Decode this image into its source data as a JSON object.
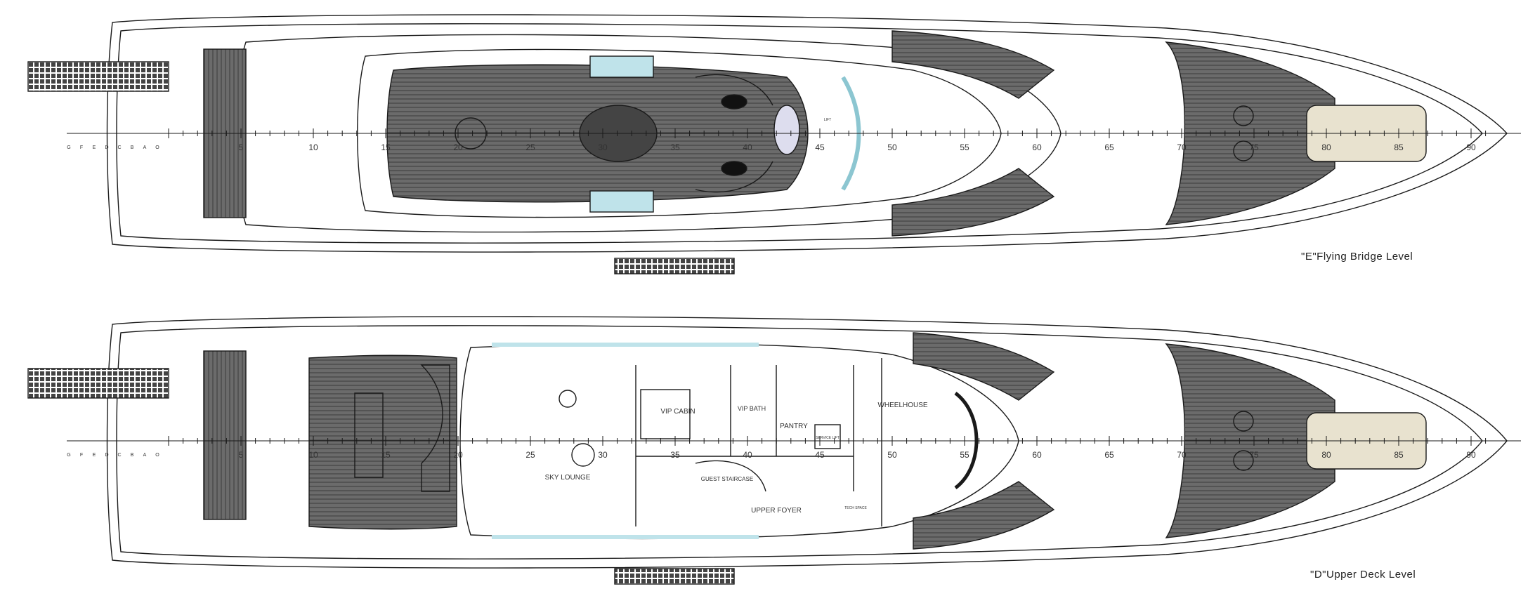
{
  "levels": [
    {
      "id": "flying-bridge",
      "title": "\"E\"Flying Bridge Level",
      "frame_labels": [
        "5",
        "10",
        "15",
        "20",
        "25",
        "30",
        "35",
        "40",
        "45",
        "50",
        "55",
        "60",
        "65",
        "70",
        "75",
        "80",
        "85",
        "90"
      ],
      "aft_labels": [
        "G",
        "F",
        "E",
        "D",
        "C",
        "B",
        "A",
        "O"
      ],
      "rooms": [
        {
          "name": "LIFT",
          "kind": "small"
        }
      ]
    },
    {
      "id": "upper-deck",
      "title": "\"D\"Upper Deck Level",
      "frame_labels": [
        "5",
        "10",
        "15",
        "20",
        "25",
        "30",
        "35",
        "40",
        "45",
        "50",
        "55",
        "60",
        "65",
        "70",
        "75",
        "80",
        "85",
        "90"
      ],
      "aft_labels": [
        "G",
        "F",
        "E",
        "D",
        "C",
        "B",
        "A",
        "O"
      ],
      "rooms": [
        {
          "name": "SKY LOUNGE"
        },
        {
          "name": "VIP CABIN"
        },
        {
          "name": "VIP BATH"
        },
        {
          "name": "PANTRY"
        },
        {
          "name": "SERVICE LIFT"
        },
        {
          "name": "GUEST STAIRCASE"
        },
        {
          "name": "UPPER FOYER"
        },
        {
          "name": "WHEELHOUSE"
        },
        {
          "name": "TECH SPACE"
        }
      ]
    }
  ],
  "colors": {
    "line": "#1a1a1a",
    "teak": "#5a5a5a",
    "teak_light": "#8a8a8a",
    "glass": "#bfe3ea",
    "sand": "#e8e2cf"
  }
}
